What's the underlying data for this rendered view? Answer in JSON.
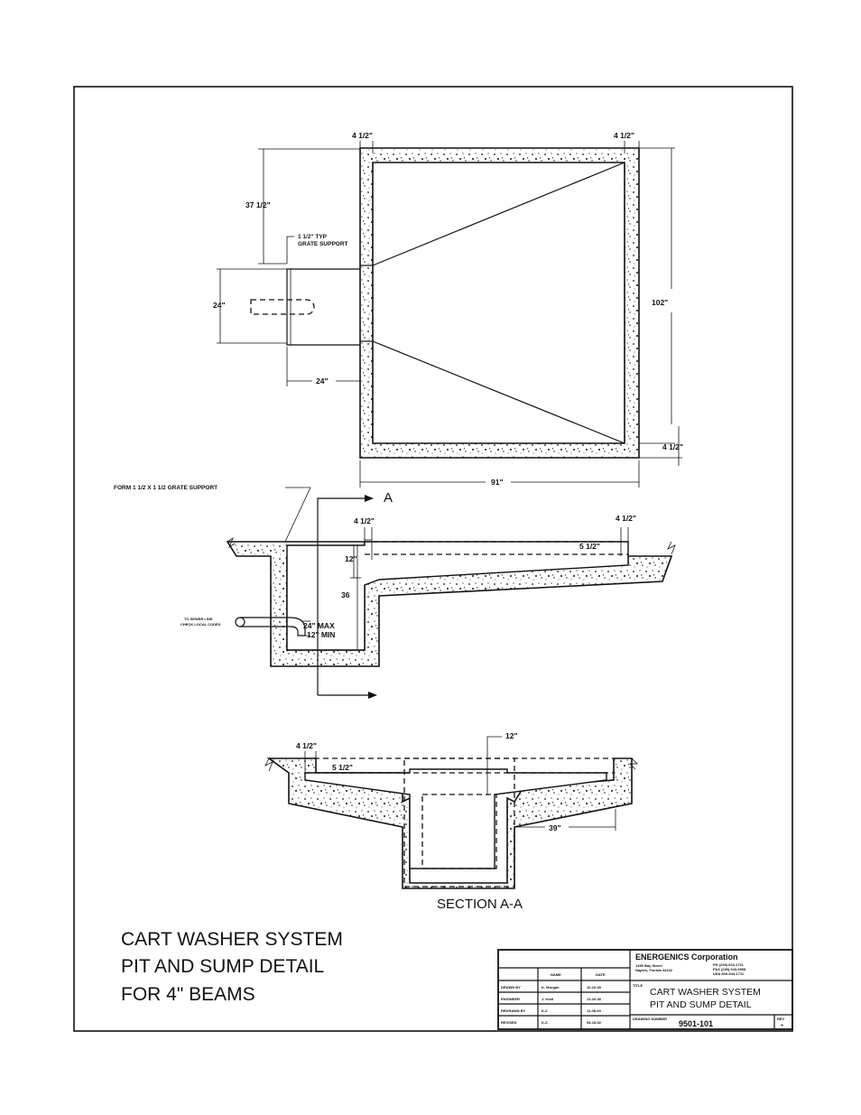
{
  "plan": {
    "dim_wall_left": "4 1/2\"",
    "dim_wall_right": "4 1/2\"",
    "dim_37": "37 1/2\"",
    "grate_note_1": "1 1/2\" TYP",
    "grate_note_2": "GRATE SUPPORT",
    "dim_24_height": "24\"",
    "dim_24_width": "24\"",
    "dim_102": "102\"",
    "dim_wall_bottom": "4 1/2\"",
    "dim_91": "91\""
  },
  "elevation": {
    "form_note": "FORM 1 1/2 X 1 1/2 GRATE SUPPORT",
    "section_marker": "A",
    "dim_wall_left": "4 1/2\"",
    "dim_wall_right": "4 1/2\"",
    "dim_slope": "5 1/2\"",
    "dim_12": "12\"",
    "dim_36": "36",
    "sewer_note_1": "TO SEWER LINE",
    "sewer_note_2": "CHECK LOCAL CODES",
    "pipe_max": "24\" MAX",
    "pipe_min": "12\" MIN"
  },
  "section": {
    "dim_12": "12\"",
    "dim_wall": "4 1/2\"",
    "dim_slope": "5 1/2\"",
    "dim_39": "39\"",
    "label": "SECTION A-A"
  },
  "drawing_title": {
    "line1": "CART WASHER SYSTEM",
    "line2": "PIT AND SUMP DETAIL",
    "line3": "FOR 4\" BEAMS"
  },
  "title_block": {
    "company": "ENERGENICS Corporation",
    "addr1": "1450 Bay Street",
    "addr2": "Naples, Florida 34102",
    "ph": "PH (239) 643-1711",
    "fax": "FAX (239) 643-6998",
    "usa": "USA 800-944-1711",
    "col_name": "NAME",
    "col_date": "DATE",
    "row1_label": "DRAWN BY",
    "row1_name": "K. Morgan",
    "row1_date": "10-16-00",
    "row2_label": "ENGINEER",
    "row2_name": "J. Kistl",
    "row2_date": "12-20-00",
    "row3_label": "REDRAWN BY",
    "row3_name": "K.Z.",
    "row3_date": "11-08-00",
    "row4_label": "REVISED",
    "row4_name": "K.Z.",
    "row4_date": "08-15-02",
    "title_label": "TITLE",
    "title1": "CART WASHER SYSTEM",
    "title2": "PIT AND SUMP DETAIL",
    "dwg_label": "DRAWING NUMBER",
    "dwg_no": "9501-101",
    "rev_label": "REV",
    "rev": "-"
  }
}
